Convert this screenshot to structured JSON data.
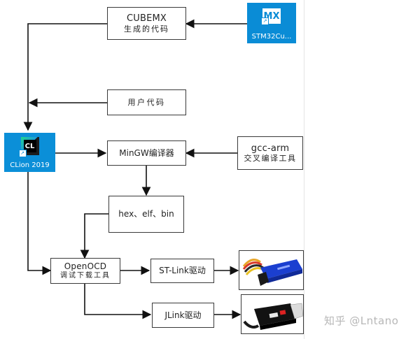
{
  "nodes": {
    "cubemx": {
      "line1": "CUBEMX",
      "line2": "生成的代码"
    },
    "stm32": {
      "icon_text": "MX",
      "label": "STM32Cu..."
    },
    "user_code": {
      "label": "用户代码"
    },
    "clion": {
      "icon_text": "CL",
      "label": "CLion 2019"
    },
    "mingw": {
      "label": "MinGW编译器"
    },
    "gcc_arm": {
      "line1": "gcc-arm",
      "line2": "交叉编译工具"
    },
    "hex": {
      "label": "hex、elf、bin"
    },
    "openocd": {
      "line1": "OpenOCD",
      "line2": "调试下载工具"
    },
    "stlink": {
      "label": "ST-Link驱动"
    },
    "jlink": {
      "label": "JLink驱动"
    }
  },
  "images": {
    "stlink_device": "st-link-programmer-icon",
    "jlink_device": "jlink-programmer-icon"
  },
  "watermark": "知乎 @Lntano",
  "colors": {
    "line": "#111111",
    "stm32_bg": "#0a8cd6",
    "clion_bg": "#0b8fd8",
    "box_border": "#3a3a3a"
  }
}
